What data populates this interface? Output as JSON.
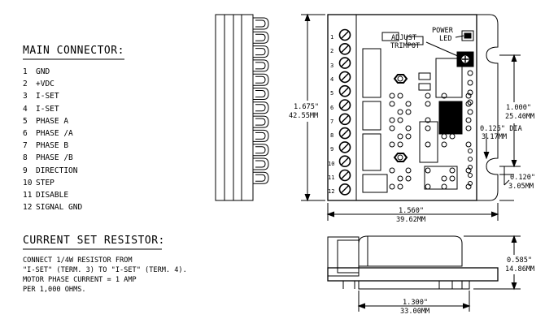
{
  "main_connector": {
    "title": "MAIN CONNECTOR:",
    "pins": [
      {
        "num": "1",
        "name": "GND"
      },
      {
        "num": "2",
        "name": "+VDC"
      },
      {
        "num": "3",
        "name": "I-SET"
      },
      {
        "num": "4",
        "name": "I-SET"
      },
      {
        "num": "5",
        "name": "PHASE A"
      },
      {
        "num": "6",
        "name": "PHASE /A"
      },
      {
        "num": "7",
        "name": "PHASE B"
      },
      {
        "num": "8",
        "name": "PHASE /B"
      },
      {
        "num": "9",
        "name": "DIRECTION"
      },
      {
        "num": "10",
        "name": "STEP"
      },
      {
        "num": "11",
        "name": "DISABLE"
      },
      {
        "num": "12",
        "name": "SIGNAL GND"
      }
    ]
  },
  "current_set_resistor": {
    "title": "CURRENT SET RESISTOR:",
    "lines": [
      "CONNECT 1/4W RESISTOR FROM",
      "\"I-SET\" (TERM. 3) TO \"I-SET\" (TERM. 4).",
      "MOTOR PHASE CURRENT = 1 AMP",
      "PER 1,000 OHMS."
    ]
  },
  "board_labels": {
    "power_led": [
      "POWER",
      "LED"
    ],
    "adjust_trimpot": [
      "ADJUST",
      "TRIMPOT"
    ],
    "terminal_numbers": [
      "1",
      "2",
      "3",
      "4",
      "5",
      "6",
      "7",
      "8",
      "9",
      "10",
      "11",
      "12"
    ]
  },
  "dimensions": {
    "height": [
      "1.675\"",
      "42.55MM"
    ],
    "width": [
      "1.560\"",
      "39.62MM"
    ],
    "hole_spacing": [
      "1.000\"",
      "25.40MM"
    ],
    "hole_dia": [
      "0.125\" DIA",
      "3.17MM"
    ],
    "edge_offset": [
      "0.120\"",
      "3.05MM"
    ],
    "side_height": [
      "0.585\"",
      "14.86MM"
    ],
    "side_width": [
      "1.300\"",
      "33.00MM"
    ]
  }
}
